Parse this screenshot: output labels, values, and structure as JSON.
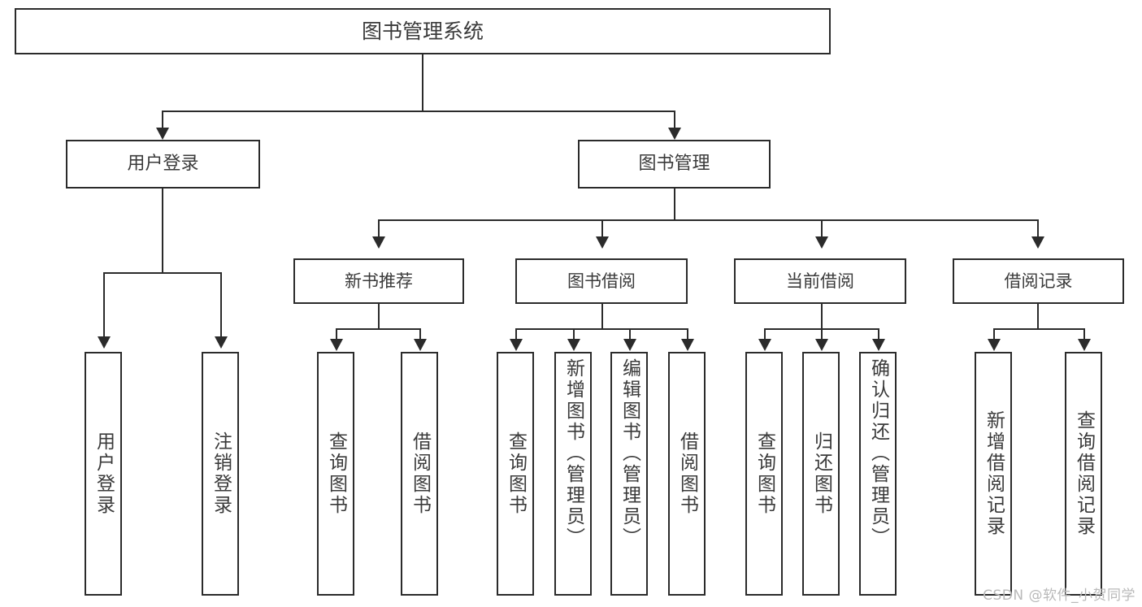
{
  "diagram": {
    "title": "图书管理系统",
    "root": {
      "label": "图书管理系统"
    },
    "level1": [
      {
        "label": "用户登录"
      },
      {
        "label": "图书管理"
      }
    ],
    "level2": [
      {
        "label": "新书推荐"
      },
      {
        "label": "图书借阅"
      },
      {
        "label": "当前借阅"
      },
      {
        "label": "借阅记录"
      }
    ],
    "leaves": [
      {
        "label": "用户登录"
      },
      {
        "label": "注销登录"
      },
      {
        "label": "查询图书"
      },
      {
        "label": "借阅图书"
      },
      {
        "label": "查询图书"
      },
      {
        "label": "新增图书（管理员）"
      },
      {
        "label": "编辑图书（管理员）"
      },
      {
        "label": "借阅图书"
      },
      {
        "label": "查询图书"
      },
      {
        "label": "归还图书"
      },
      {
        "label": "确认归还（管理员）"
      },
      {
        "label": "新增借阅记录"
      },
      {
        "label": "查询借阅记录"
      }
    ]
  },
  "watermark": {
    "text": "CSDN @软件_小贺同学"
  },
  "colors": {
    "stroke": "#2b2b2b",
    "text": "#3a3a3a",
    "background": "#ffffff",
    "watermark": "#b9b9b9"
  }
}
